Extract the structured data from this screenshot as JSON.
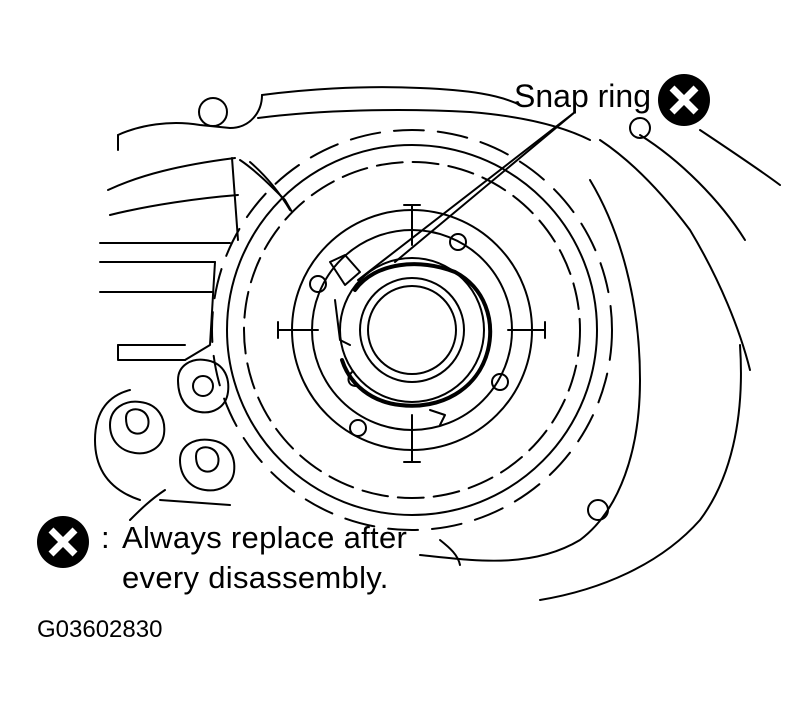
{
  "callout": {
    "label": "Snap ring",
    "symbol": "replace-mark-icon"
  },
  "legend": {
    "symbol": "replace-mark-icon",
    "separator": ":",
    "line1": "Always replace after",
    "line2": "every disassembly."
  },
  "figure_code": "G03602830",
  "colors": {
    "ink": "#000000",
    "paper": "#ffffff"
  }
}
